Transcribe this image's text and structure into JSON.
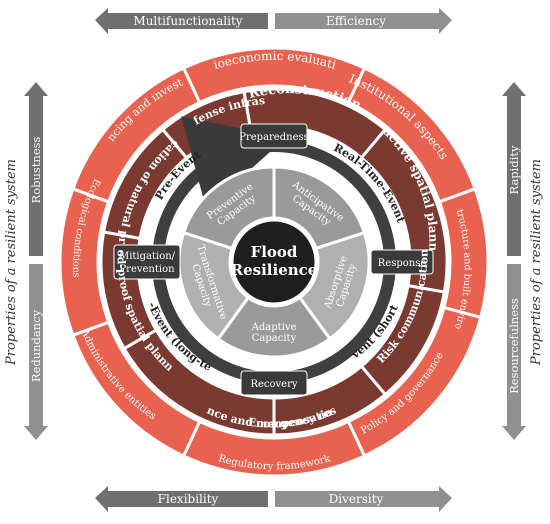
{
  "center": {
    "line1": "Flood",
    "line2": "Resilience"
  },
  "capacities": [
    "Anticipative Capacity",
    "Absorptive Capacity",
    "Adaptive Capacity",
    "Transformative Capacity",
    "Preventive Capacity"
  ],
  "phases": {
    "top": "Preparedness",
    "right": "Response",
    "bottom": "Recovery",
    "left_line1": "Mitigation/",
    "left_line2": "Prevention"
  },
  "events": {
    "pre": "Pre-Event",
    "real_time": "Real-Time-Event",
    "post_short": "Post-Event (short-term)",
    "post_long": "Post-Event (long-term)"
  },
  "measures": [
    "Reconstruction",
    "Proactive spatial planning",
    "Risk communication",
    "Emergency response",
    "Flood insurance and compensation",
    "Flood-proof spatial planning",
    "Application of natural process",
    "Flood defense infrastructure"
  ],
  "outer_ring": [
    "Socioeconomic evaluations",
    "Institutional aspects",
    "Infrastructure and built environment",
    "Policy and governance",
    "Regulatory framework",
    "Administrative entities",
    "Ecological conditions",
    "Financing and investment"
  ],
  "arrows": {
    "top_left": "Multifunctionality",
    "top_right": "Efficiency",
    "bottom_left": "Flexibility",
    "bottom_right": "Diversity",
    "left_top": "Robustness",
    "left_bottom": "Redundancy",
    "right_top": "Rapidity",
    "right_bottom": "Resourcefulness"
  },
  "side_labels": {
    "left": "Properties of a resilient system",
    "right": "Properties of a resilient system"
  },
  "colors": {
    "outer_ring": "#e8624f",
    "measure_ring": "#7a3a32",
    "capacity": "#a6a6a6",
    "center": "#1f1f1f",
    "phase_box": "#3a3a3a",
    "arrow": "#707070"
  }
}
